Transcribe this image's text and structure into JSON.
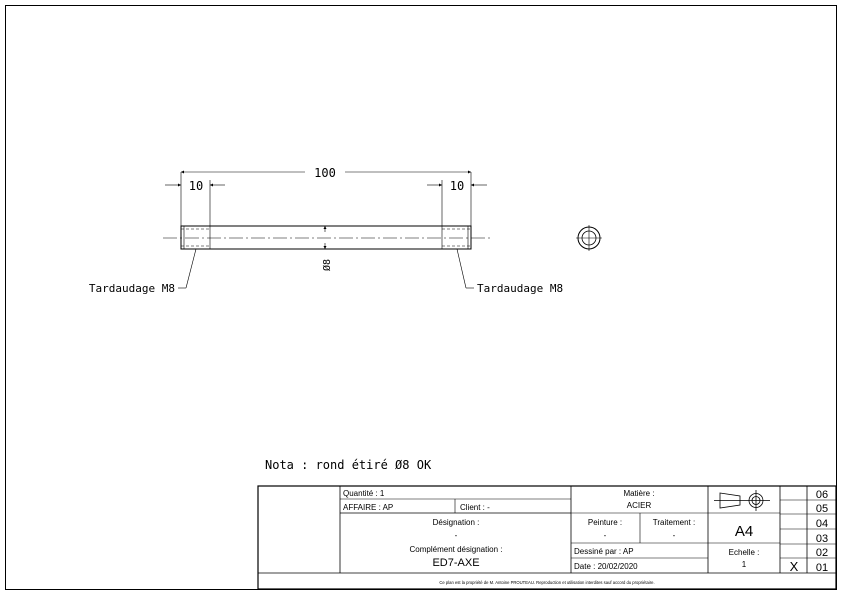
{
  "drawing": {
    "dim_overall": "100",
    "dim_left_thread": "10",
    "dim_right_thread": "10",
    "dim_diameter": "Ø8",
    "thread_left": "Tardaudage M8",
    "thread_right": "Tardaudage M8",
    "note": "Nota : rond étiré Ø8 OK"
  },
  "title_block": {
    "quantite": "Quantité : 1",
    "affaire": "AFFAIRE : AP",
    "client": "Client : -",
    "designation_label": "Désignation :",
    "designation_value": "-",
    "complement_label": "Complément désignation :",
    "complement_value": "ED7-AXE",
    "matiere_label": "Matière :",
    "matiere_value": "ACIER",
    "peinture_label": "Peinture :",
    "peinture_value": "-",
    "traitement_label": "Traitement :",
    "traitement_value": "-",
    "dessine": "Dessiné par : AP",
    "date": "Date : 20/02/2020",
    "format": "A4",
    "echelle_label": "Echelle :",
    "echelle_value": "1",
    "revision_mark": "X",
    "revisions": [
      "06",
      "05",
      "04",
      "03",
      "02",
      "01"
    ],
    "footer": "Ce plan est la propriété de M. Antoine PROUTEAU. Reproduction et utilisation interdites sauf accord du propriétaire."
  }
}
